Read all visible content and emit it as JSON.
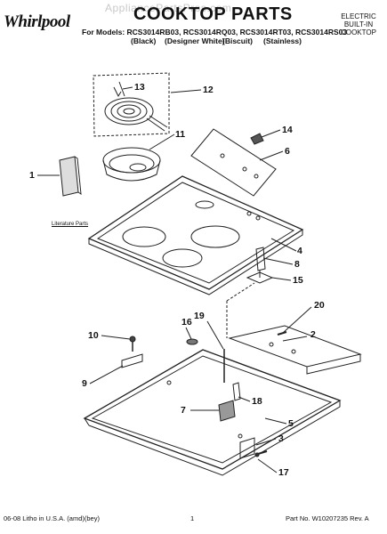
{
  "header": {
    "brand": "Whirlpool",
    "watermark": "AppliancePartsPros.com",
    "title": "COOKTOP PARTS",
    "models_line": "For Models: RCS3014RB03, RCS3014RQ03, RCS3014RT03, RCS3014RS03",
    "variants": [
      "(Black)",
      "(Designer White)",
      "(Biscuit)",
      "(Stainless)"
    ],
    "category": [
      "ELECTRIC",
      "BUILT-IN",
      "COOKTOP"
    ]
  },
  "diagram": {
    "literature_label": "Literature Parts",
    "callouts": [
      "1",
      "2",
      "3",
      "4",
      "5",
      "6",
      "7",
      "8",
      "9",
      "10",
      "11",
      "12",
      "13",
      "14",
      "15",
      "16",
      "17",
      "18",
      "19",
      "20"
    ]
  },
  "footer": {
    "left": "06-08 Litho in U.S.A. (amd)(bey)",
    "page": "1",
    "part_number": "Part No. W10207235 Rev. A"
  }
}
